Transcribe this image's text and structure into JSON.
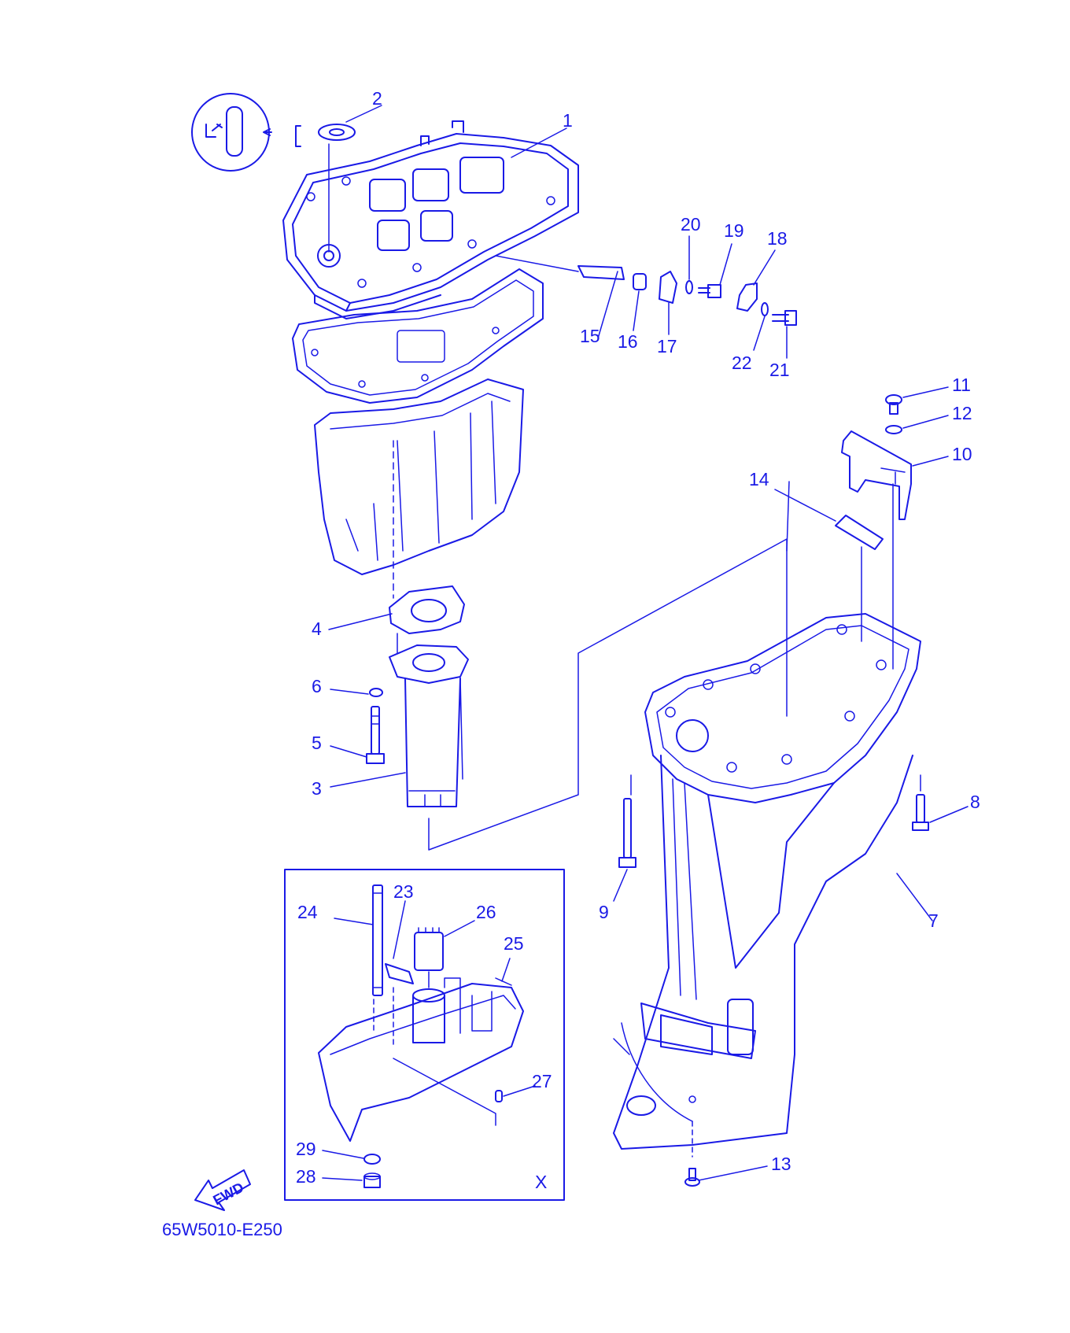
{
  "diagram_code": "65W5010-E250",
  "inset_label": "X",
  "direction_label": "FWD",
  "colors": {
    "line": "#1a1ae6",
    "background": "#ffffff"
  },
  "callouts": [
    "1",
    "2",
    "3",
    "4",
    "5",
    "6",
    "7",
    "8",
    "9",
    "10",
    "11",
    "12",
    "13",
    "14",
    "15",
    "16",
    "17",
    "18",
    "19",
    "20",
    "21",
    "22",
    "23",
    "24",
    "25",
    "26",
    "27",
    "28",
    "29"
  ],
  "icons": [
    "grease-symbol-icon",
    "fwd-arrow-icon"
  ]
}
